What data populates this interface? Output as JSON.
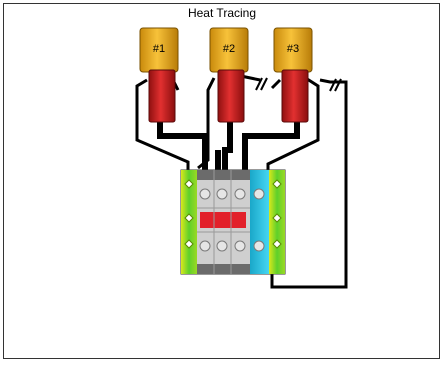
{
  "diagram": {
    "title": "Heat Tracing",
    "cables": [
      {
        "label": "#1"
      },
      {
        "label": "#2"
      },
      {
        "label": "#3"
      }
    ],
    "colors": {
      "cap": "#e9a817",
      "cap_dark": "#b67a05",
      "sleeve": "#d01f1f",
      "sleeve_dark": "#8c0f0f",
      "wire": "#000000",
      "terminal_green": "#7ccd21",
      "terminal_yellow": "#f2ef1e",
      "terminal_cyan": "#2fc6e8",
      "terminal_gray": "#c8c8c8",
      "terminal_red": "#e2202a"
    }
  }
}
